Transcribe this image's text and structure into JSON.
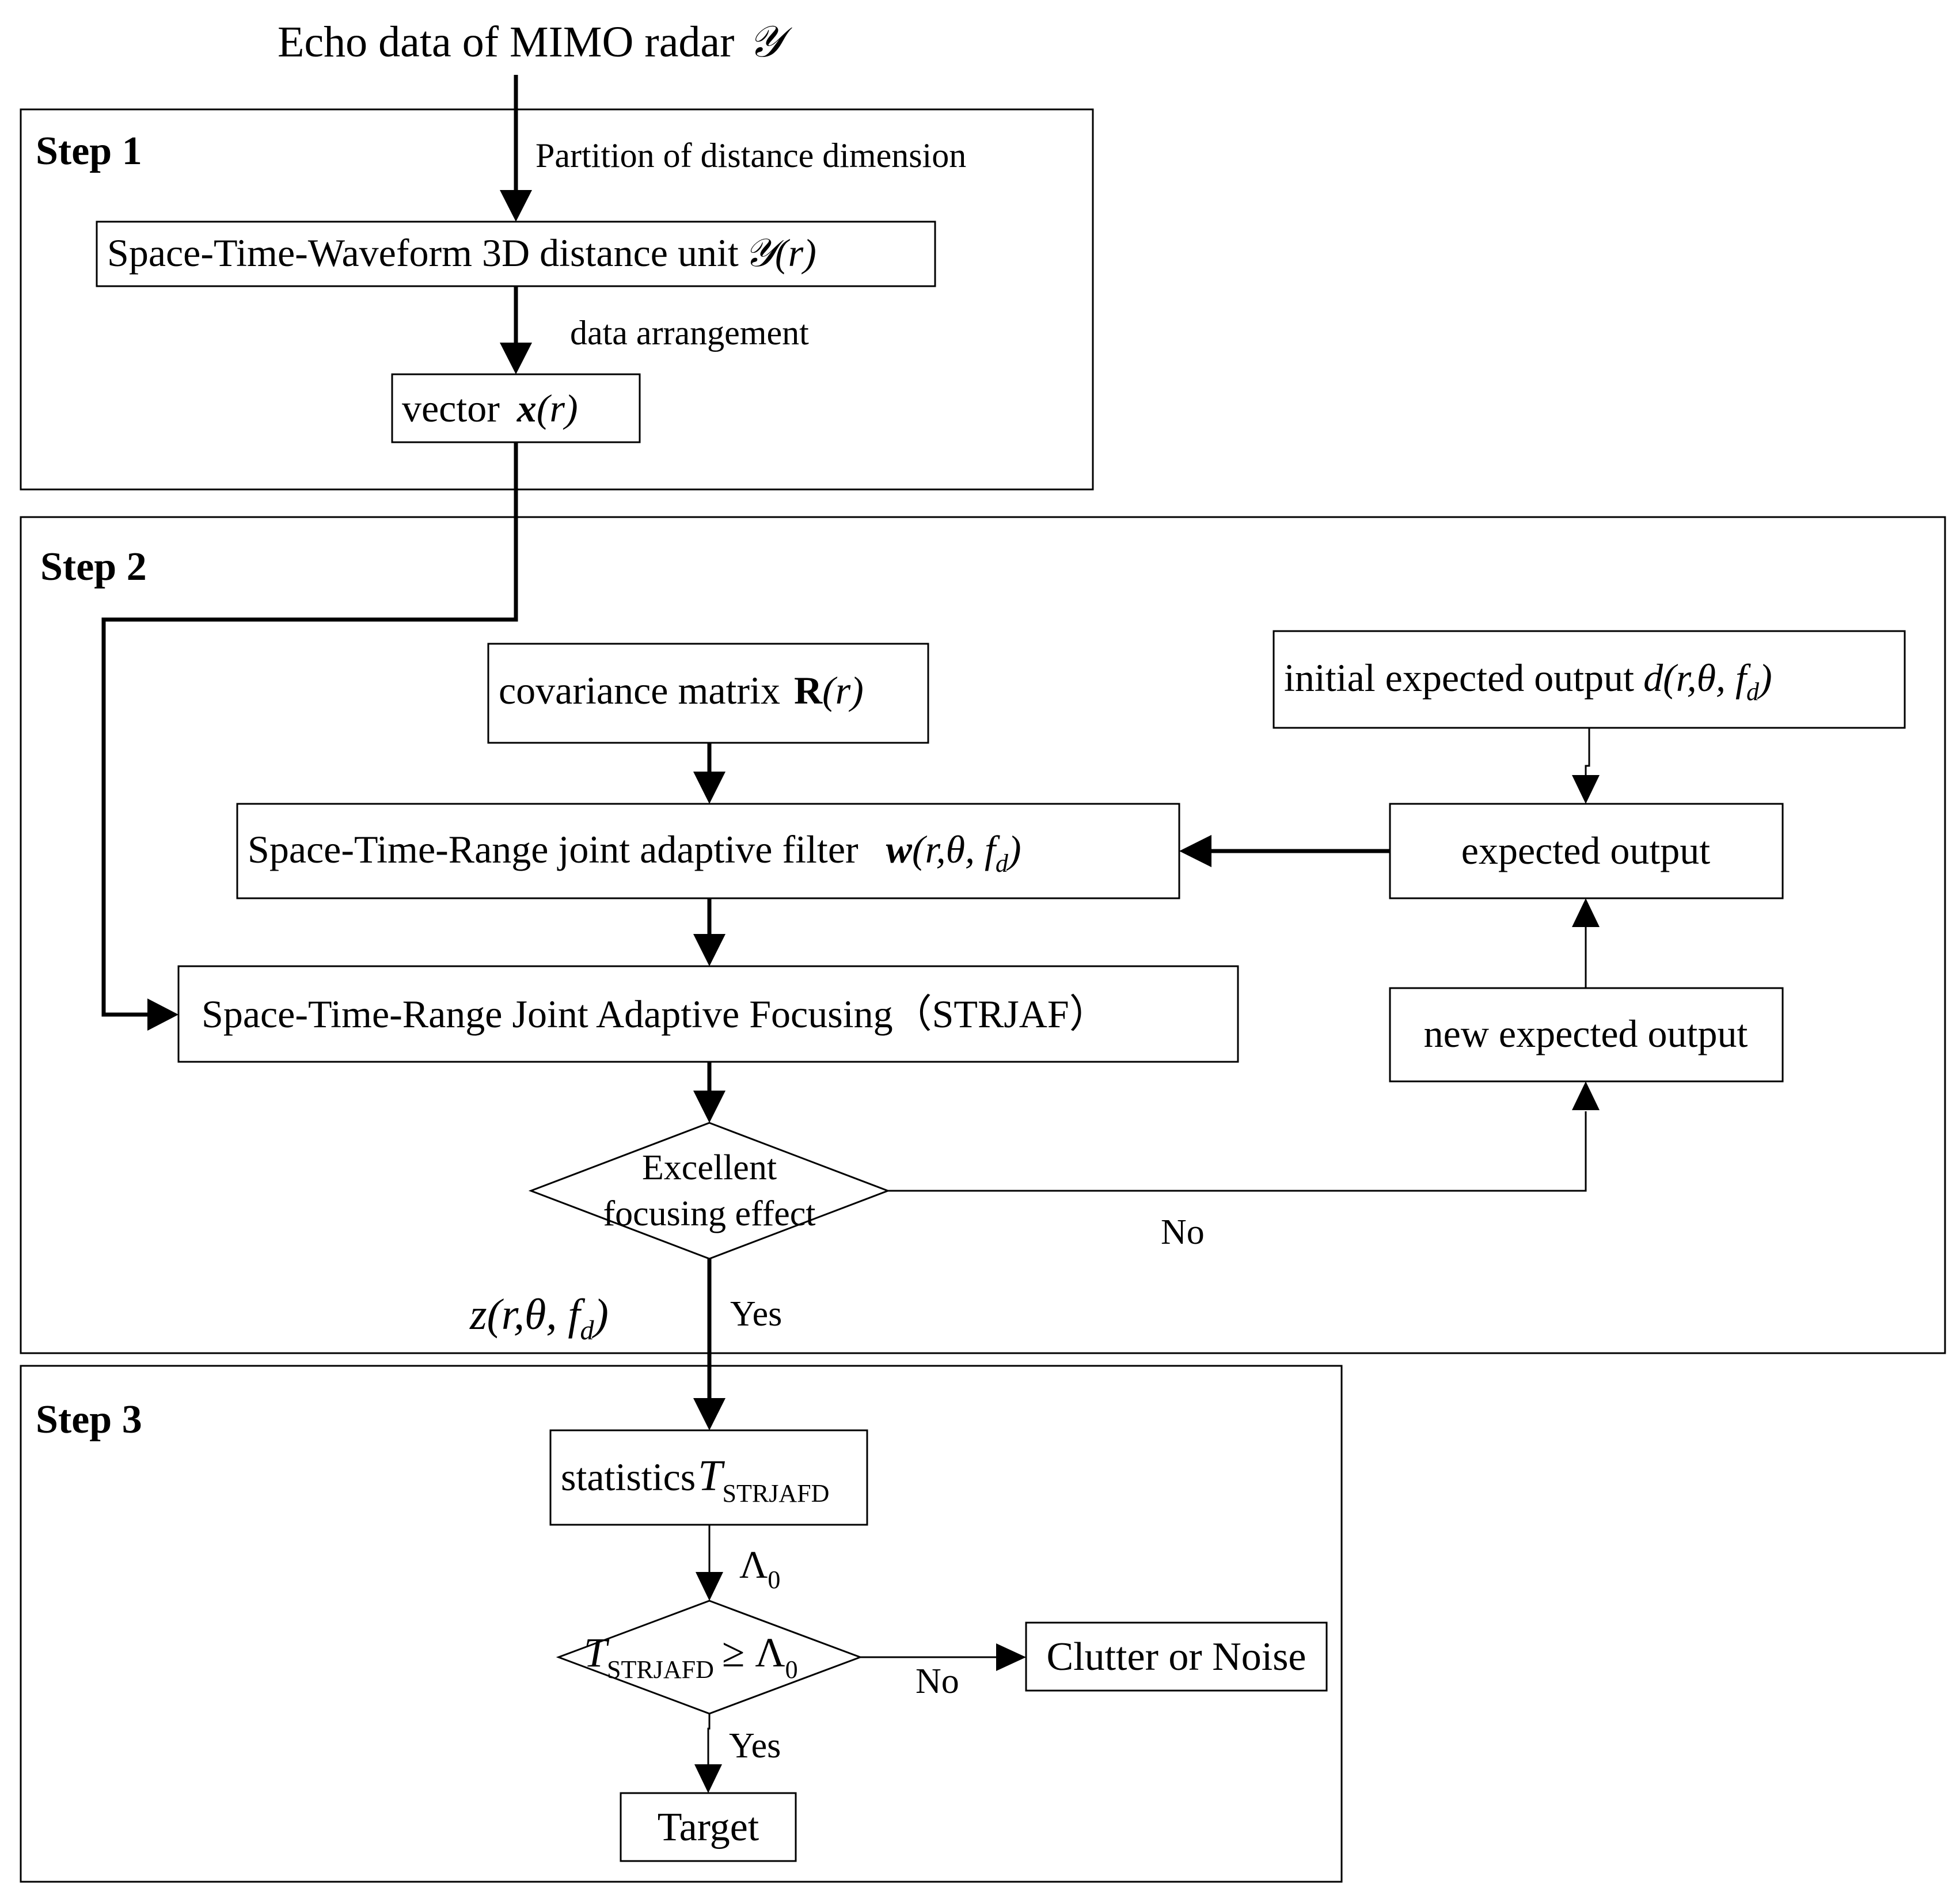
{
  "title": {
    "text": "Echo data of MIMO radar",
    "symbol": "𝒴"
  },
  "steps": {
    "step1": "Step 1",
    "step2": "Step 2",
    "step3": "Step 3"
  },
  "step1": {
    "partition_label": "Partition of distance dimension",
    "unit_box": {
      "text": "Space-Time-Waveform 3D distance unit",
      "symbol": "𝒴",
      "arg": "(r)"
    },
    "arrangement_label": "data arrangement",
    "vector_box": {
      "text": "vector",
      "symbol": "x",
      "arg": "(r)"
    }
  },
  "step2": {
    "covariance_box": {
      "text": "covariance matrix",
      "symbol": "R",
      "arg": "(r)"
    },
    "initial_box": {
      "text": "initial expected output",
      "symbol": "d",
      "arg": "(r,θ, f",
      "sub": "d",
      "close": ")"
    },
    "filter_box": {
      "text": "Space-Time-Range  joint adaptive filter",
      "symbol": "w",
      "arg": "(r,θ, f",
      "sub": "d",
      "close": ")"
    },
    "expected_box": "expected output",
    "new_expected_box": "new expected output",
    "strjaf_box": "Space-Time-Range Joint Adaptive Focusing（STRJAF）",
    "decision": {
      "line1": "Excellent",
      "line2": "focusing effect"
    },
    "no_label": "No",
    "yes_label": "Yes",
    "z_label": {
      "symbol": "z",
      "arg": "(r,θ, f",
      "sub": "d",
      "close": ")"
    }
  },
  "step3": {
    "statistics_box": {
      "text": "statistics",
      "symbol": "T",
      "sub": "STRJAFD"
    },
    "threshold_label": {
      "symbol": "Λ",
      "sub": "0"
    },
    "decision": {
      "symbol": "T",
      "sub": "STRJAFD",
      "op": "≥ Λ",
      "sub2": "0"
    },
    "no_label": "No",
    "yes_label": "Yes",
    "clutter_box": "Clutter or Noise",
    "target_box": "Target"
  }
}
